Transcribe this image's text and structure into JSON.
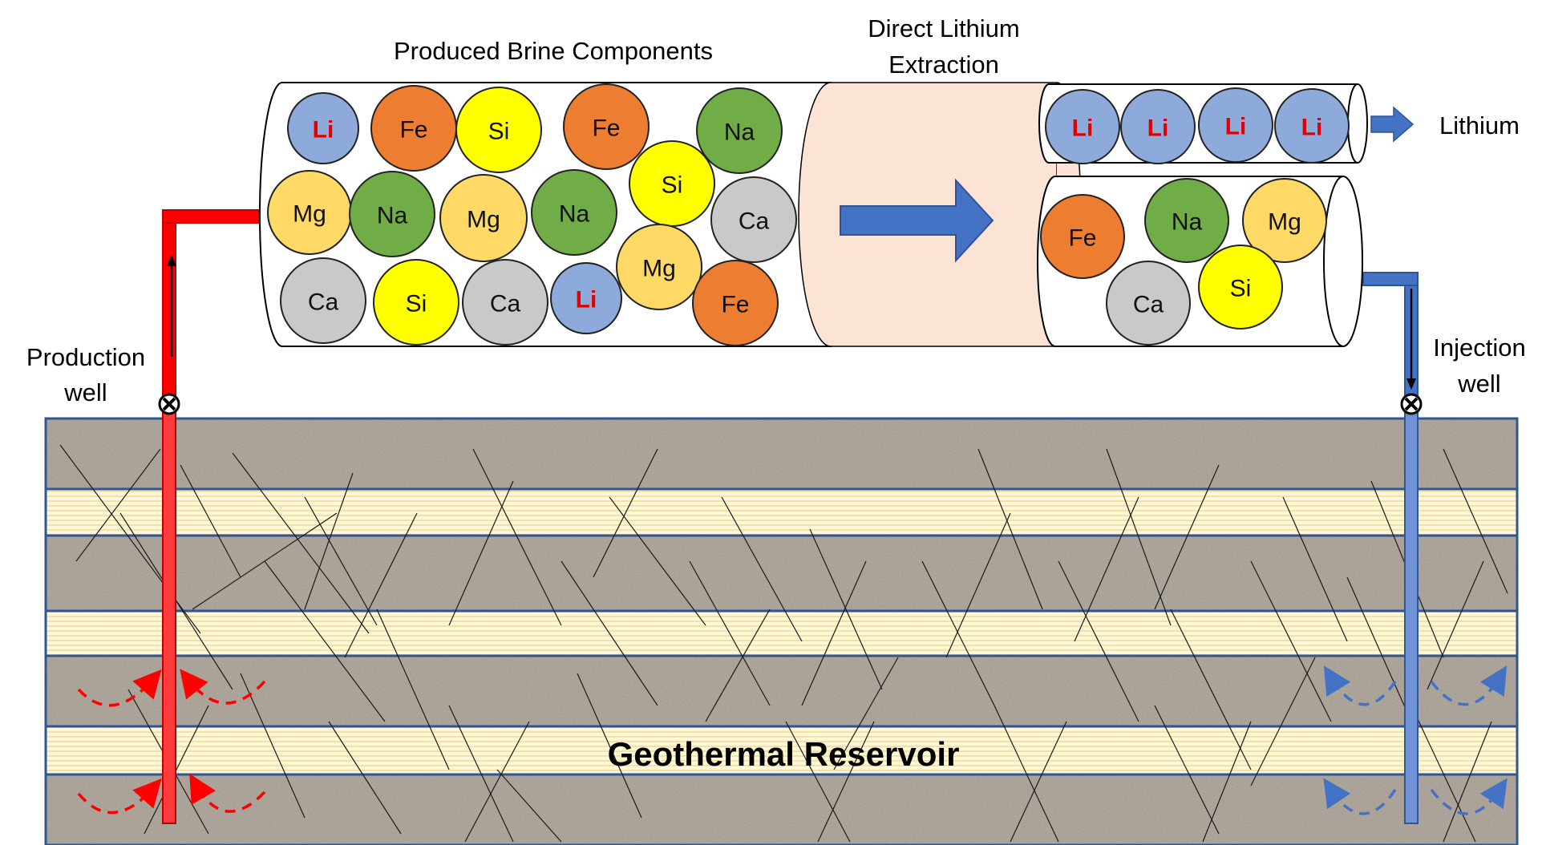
{
  "labels": {
    "produced_brine": "Produced Brine Components",
    "dle_line1": "Direct Lithium",
    "dle_line2": "Extraction",
    "lithium": "Lithium",
    "production_line1": "Production",
    "production_line2": "well",
    "injection_line1": "Injection",
    "injection_line2": "well",
    "reservoir": "Geothermal Reservoir"
  },
  "colors": {
    "li": "#8eaadb",
    "fe": "#ed7d31",
    "si": "#ffff00",
    "na": "#70ad47",
    "mg": "#ffd966",
    "ca": "#c9c9c9",
    "li_text": "#e00000",
    "dle_band": "#fbe4d5",
    "arrow_blue": "#4472c4",
    "production_red": "#ff0000",
    "injection_blue": "#4472c4",
    "rock": "#a39a8e",
    "sand": "#fff2cc",
    "layer_border": "#2f5597"
  },
  "produced_ions": [
    "Li",
    "Fe",
    "Si",
    "Fe",
    "Na",
    "Mg",
    "Na",
    "Mg",
    "Na",
    "Si",
    "Ca",
    "Ca",
    "Si",
    "Ca",
    "Li",
    "Mg",
    "Fe"
  ],
  "lithium_ions": [
    "Li",
    "Li",
    "Li",
    "Li"
  ],
  "remaining_ions": [
    "Fe",
    "Na",
    "Mg",
    "Ca",
    "Si"
  ],
  "icons": [
    "valve-icon",
    "flow-arrow-icon"
  ]
}
